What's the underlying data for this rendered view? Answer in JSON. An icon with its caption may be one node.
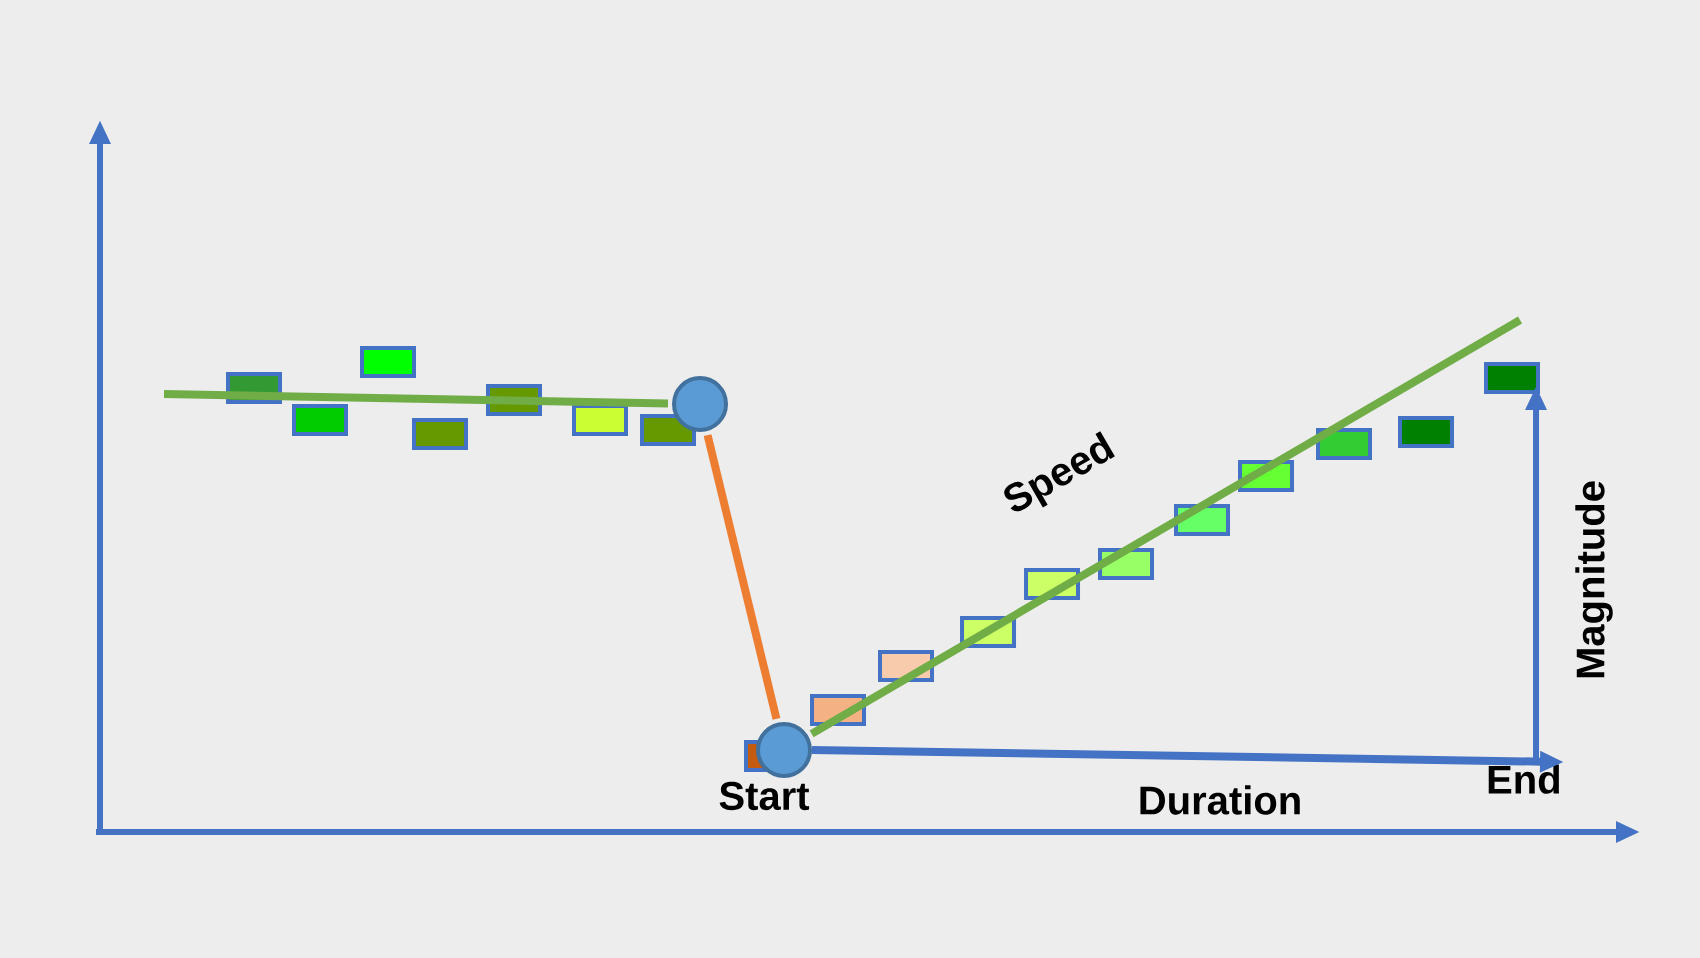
{
  "diagram": {
    "nodes": [
      {
        "text": [],
        "shape": "circle"
      },
      {
        "text": [],
        "shape": "circle",
        "beside": [
          "Start"
        ]
      },
      {
        "text": [
          "End"
        ]
      }
    ],
    "edges": [
      {
        "from": null,
        "to": 0,
        "arrow": "none",
        "color": "#70ad47"
      },
      {
        "from": 0,
        "to": 1,
        "arrow": "none",
        "color": "#ed7d31"
      },
      {
        "from": 1,
        "to": null,
        "arrow": "none",
        "color": "#70ad47",
        "label": "Speed"
      },
      {
        "from": 1,
        "to": 2,
        "arrow": "to",
        "color": "#4472c4",
        "label": "Duration"
      }
    ],
    "labels": [
      "Magnitude"
    ]
  }
}
